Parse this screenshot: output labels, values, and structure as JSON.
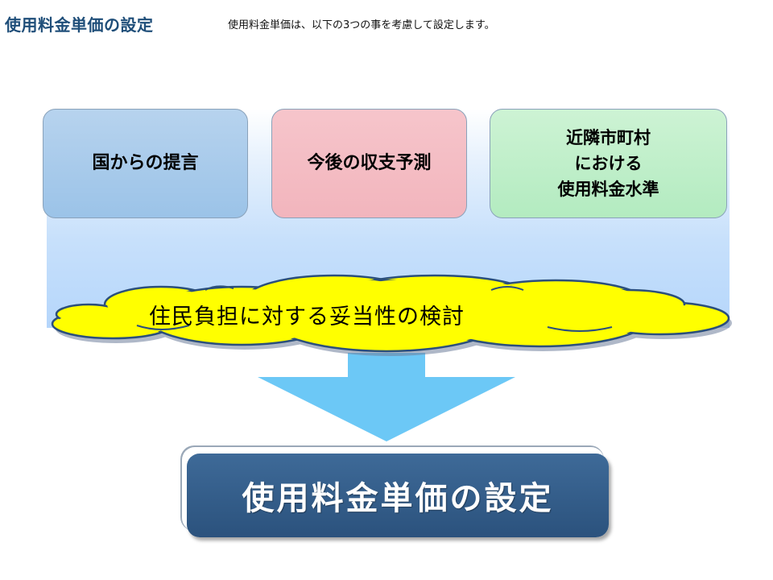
{
  "header": {
    "title": "使用料金単価の設定",
    "subtitle": "使用料金単価は、以下の3つの事を考慮して設定します。"
  },
  "factors": [
    {
      "label": "国からの提言",
      "color": "#9bc3e8"
    },
    {
      "label": "今後の収支予測",
      "color": "#f2b5bd"
    },
    {
      "label_lines": [
        "近隣市町村",
        "における",
        "使用料金水準"
      ],
      "color": "#b3ebc0"
    }
  ],
  "consideration": {
    "label": "住民負担に対する妥当性の検討",
    "fill_color": "#ffff00",
    "outline_color": "#2b4f7c"
  },
  "arrow": {
    "icon": "down-arrow-icon",
    "color": "#6cc8f6"
  },
  "result": {
    "label": "使用料金単価の設定",
    "color": "#2f5a89"
  }
}
